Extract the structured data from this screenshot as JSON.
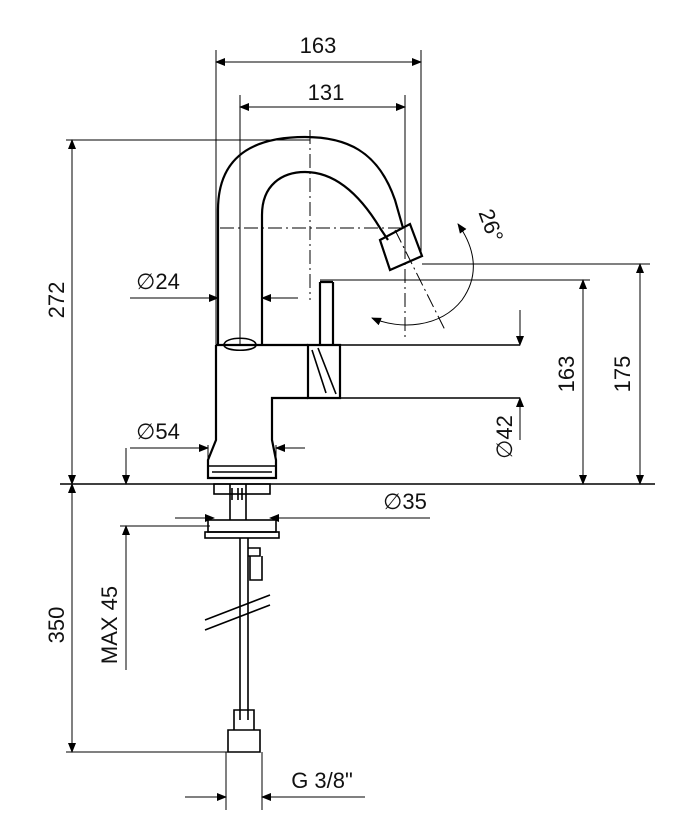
{
  "dimensions": {
    "width_overall": "163",
    "spout_reach": "131",
    "total_height": "272",
    "spout_height": "175",
    "lever_height": "163",
    "pipe_diameter": "∅24",
    "body_diameter": "∅54",
    "lever_diameter": "∅42",
    "shank_diameter": "∅35",
    "below_counter": "350",
    "max_deck": "MAX 45",
    "connection": "G 3/8\"",
    "swivel_angle": "26°"
  }
}
